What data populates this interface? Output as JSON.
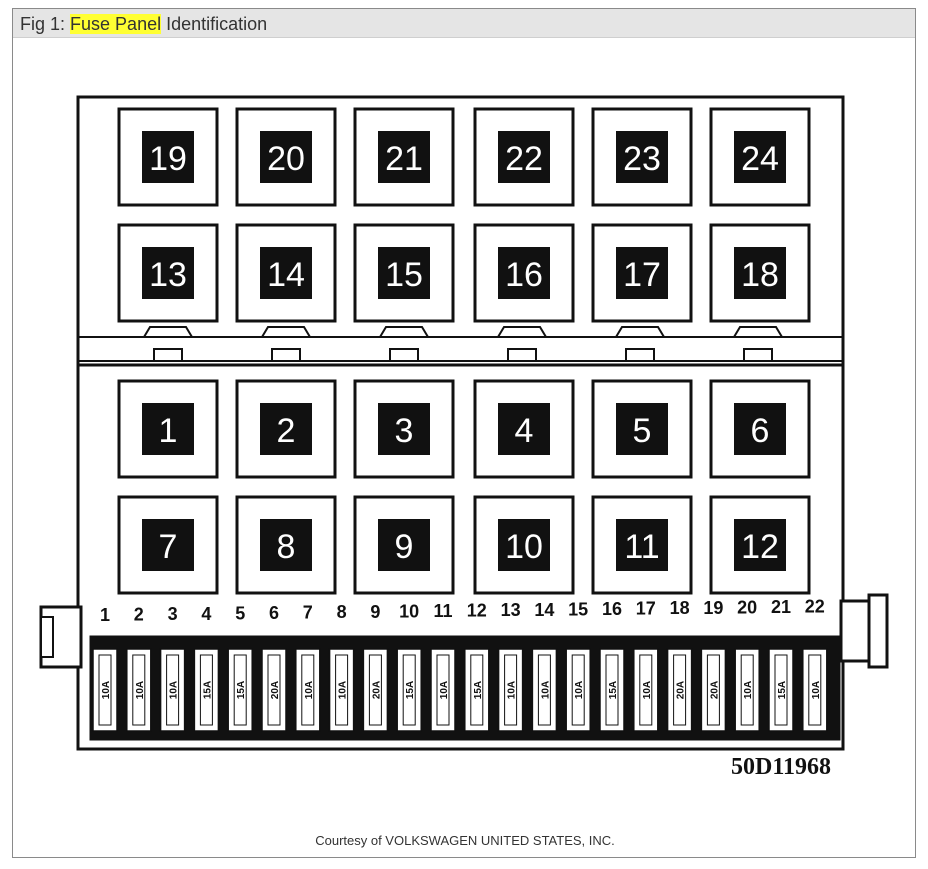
{
  "caption": {
    "prefix": "Fig 1: ",
    "highlight": "Fuse Panel",
    "suffix": " Identification"
  },
  "relays": {
    "top_row_1": [
      "19",
      "20",
      "21",
      "22",
      "23",
      "24"
    ],
    "top_row_2": [
      "13",
      "14",
      "15",
      "16",
      "17",
      "18"
    ],
    "bottom_row_1": [
      "1",
      "2",
      "3",
      "4",
      "5",
      "6"
    ],
    "bottom_row_2": [
      "7",
      "8",
      "9",
      "10",
      "11",
      "12"
    ]
  },
  "fuses": {
    "numbers": [
      "1",
      "2",
      "3",
      "4",
      "5",
      "6",
      "7",
      "8",
      "9",
      "10",
      "11",
      "12",
      "13",
      "14",
      "15",
      "16",
      "17",
      "18",
      "19",
      "20",
      "21",
      "22"
    ],
    "ratings": [
      "10A",
      "10A",
      "10A",
      "15A",
      "15A",
      "20A",
      "10A",
      "10A",
      "20A",
      "15A",
      "10A",
      "15A",
      "10A",
      "10A",
      "10A",
      "15A",
      "10A",
      "20A",
      "20A",
      "10A",
      "15A",
      "10A"
    ]
  },
  "diagram_code": "50D11968",
  "courtesy": "Courtesy of VOLKSWAGEN UNITED STATES, INC."
}
